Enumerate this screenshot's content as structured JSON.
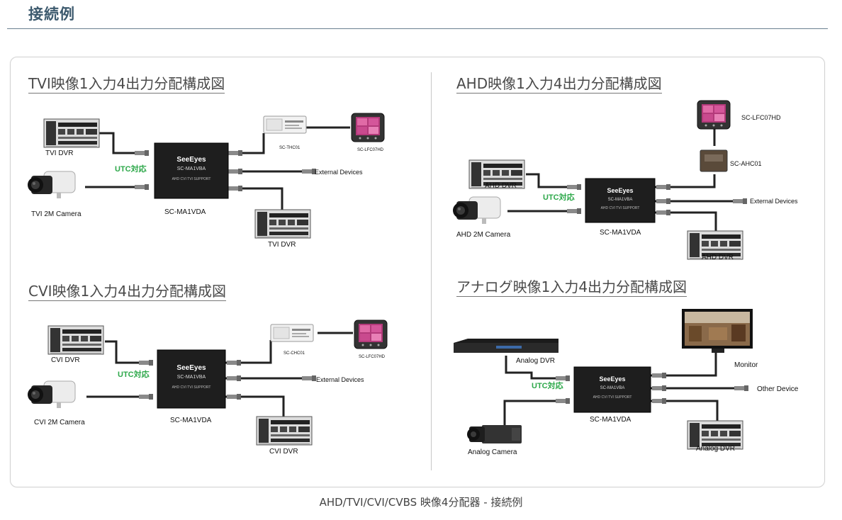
{
  "page_title": "接続例",
  "caption": "AHD/TVI/CVI/CVBS 映像4分配器 - 接続例",
  "colors": {
    "title": "#3d5a6e",
    "utc_label": "#2da84a",
    "cable": "#222222",
    "device_body": "#1e1e1e"
  },
  "sections": {
    "tvi": {
      "title": "TVI映像1入力4出力分配構成図",
      "dvr_in": "TVI DVR",
      "utc": "UTC対応",
      "camera": "TVI 2M Camera",
      "device": "SC-MA1VDA",
      "converter": "SC-THC01",
      "monitor": "SC-LFC07HD",
      "external": "External Devices",
      "dvr_out": "TVI DVR"
    },
    "cvi": {
      "title": "CVI映像1入力4出力分配構成図",
      "dvr_in": "CVI DVR",
      "utc": "UTC対応",
      "camera": "CVI 2M Camera",
      "device": "SC-MA1VDA",
      "converter": "SC-CHC01",
      "monitor": "SC-LFC07HD",
      "external": "External Devices",
      "dvr_out": "CVI DVR"
    },
    "ahd": {
      "title": "AHD映像1入力4出力分配構成図",
      "monitor": "SC-LFC07HD",
      "converter": "SC-AHC01",
      "dvr_in": "AHD DVR",
      "utc": "UTC対応",
      "camera": "AHD 2M Camera",
      "device": "SC-MA1VDA",
      "external": "External Devices",
      "dvr_out": "AHD DVR"
    },
    "analog": {
      "title": "アナログ映像1入力4出力分配構成図",
      "dvr_in": "Analog DVR",
      "utc": "UTC対応",
      "camera": "Analog Camera",
      "device": "SC-MA1VDA",
      "monitor": "Monitor",
      "other": "Other Device",
      "dvr_out": "Analog DVR"
    }
  },
  "device_face": {
    "brand": "SeeEyes",
    "model": "SC-MA1VBA",
    "support": "AHD CVI TVI SUPPORT"
  }
}
